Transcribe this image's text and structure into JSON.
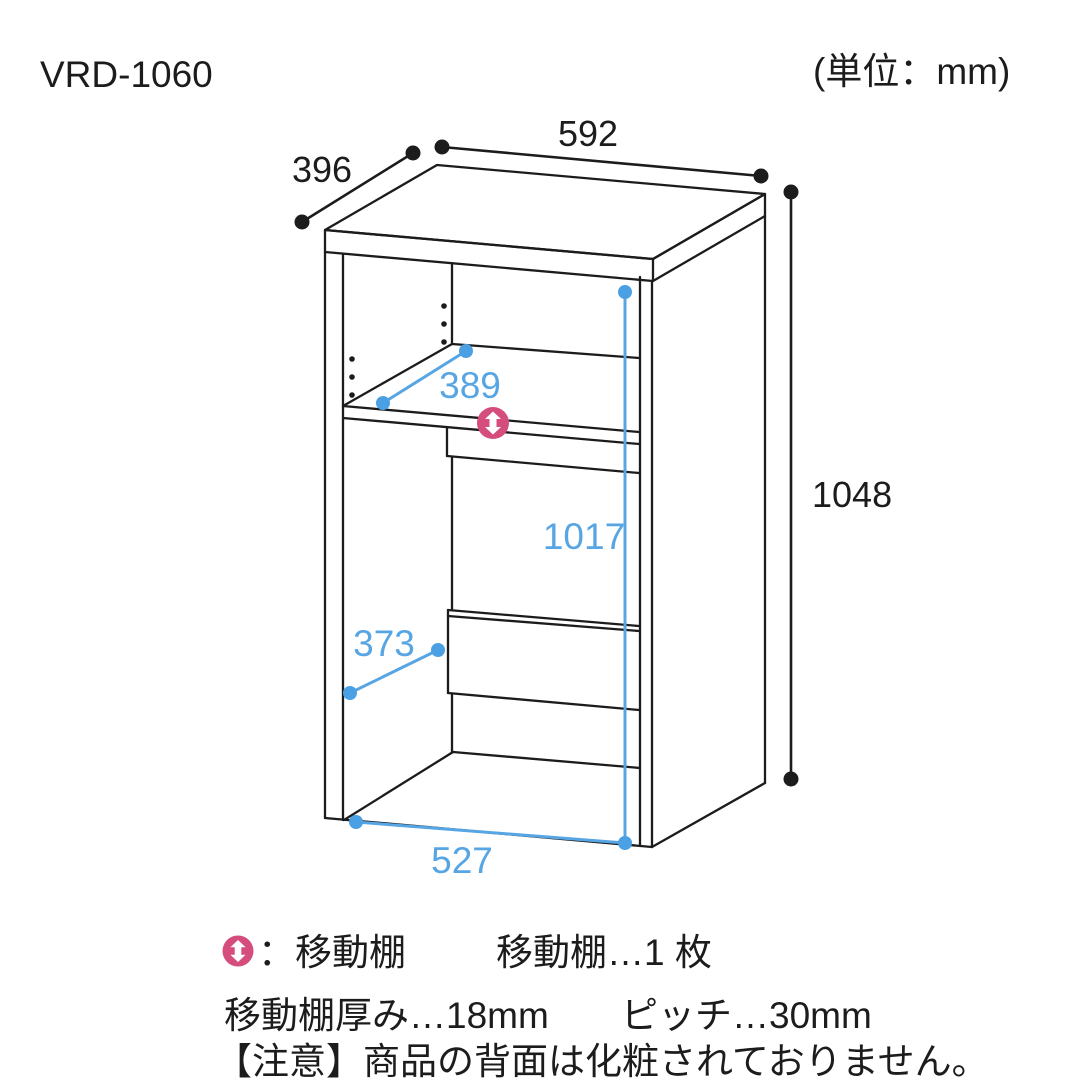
{
  "header": {
    "model": "VRD-1060",
    "unit_label": "(単位：mm)"
  },
  "diagram": {
    "type": "furniture-dimension-drawing",
    "dimensions": {
      "top_width": "592",
      "depth": "396",
      "height": "1048",
      "shelf_width": "389",
      "inner_height": "1017",
      "inner_depth": "373",
      "inner_width": "527"
    }
  },
  "colors": {
    "line_black": "#1c1c1c",
    "dimension_blue": "#57a5e3",
    "shelf_pink": "#d54d7d"
  },
  "legend": {
    "icon_meaning": "：移動棚",
    "shelf_count": "移動棚…1 枚",
    "thickness": "移動棚厚み…18mm",
    "pitch": "ピッチ…30mm",
    "note": "【注意】商品の背面は化粧されておりません。"
  }
}
